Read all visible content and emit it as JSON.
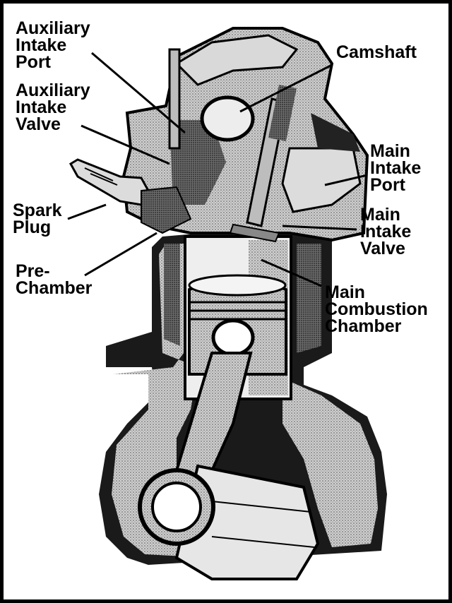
{
  "labels": {
    "aux_port": [
      "Auxiliary",
      "Intake",
      "Port"
    ],
    "aux_valve": [
      "Auxiliary",
      "Intake",
      "Valve"
    ],
    "camshaft": [
      "Camshaft"
    ],
    "main_port": [
      "Main",
      "Intake",
      "Port"
    ],
    "spark_plug": [
      "Spark",
      "Plug"
    ],
    "main_valve": [
      "Main",
      "Intake",
      "Valve"
    ],
    "prechamber": [
      "Pre-",
      "Chamber"
    ],
    "main_combustion": [
      "Main",
      "Combustion",
      "Chamber"
    ]
  },
  "colors": {
    "ink": "#000000",
    "paper": "#ffffff",
    "shade_light": "#c8c8c8",
    "shade_mid": "#8a8a8a",
    "shade_dark": "#3a3a3a"
  }
}
